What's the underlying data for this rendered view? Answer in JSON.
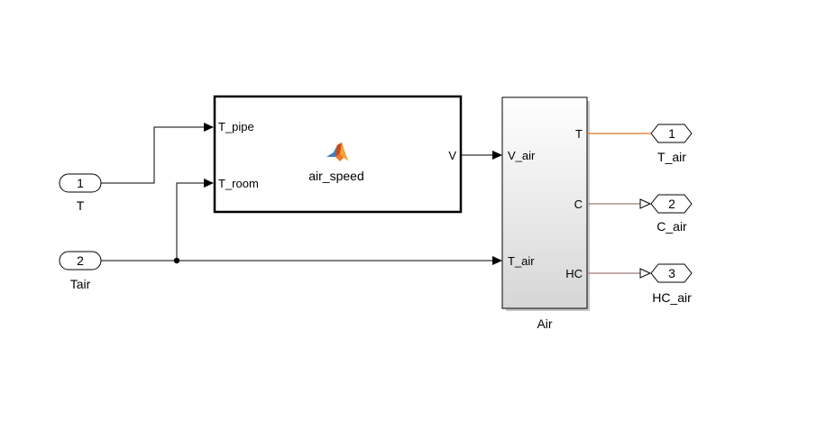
{
  "diagram": {
    "inports": [
      {
        "number": "1",
        "label": "T"
      },
      {
        "number": "2",
        "label": "Tair"
      }
    ],
    "matlab_block": {
      "name": "air_speed",
      "icon": "matlab-logo-icon",
      "inputs": [
        "T_pipe",
        "T_room"
      ],
      "outputs": [
        "V"
      ]
    },
    "subsystem": {
      "name": "Air",
      "inputs": [
        "V_air",
        "T_air"
      ],
      "outputs": [
        "T",
        "C",
        "HC"
      ]
    },
    "outports": [
      {
        "number": "1",
        "label": "T_air"
      },
      {
        "number": "2",
        "label": "C_air"
      },
      {
        "number": "3",
        "label": "HC_air"
      }
    ]
  },
  "colors": {
    "signal_default": "#000000",
    "signal_T": "#E8742C",
    "signal_C": "#9B7A7A",
    "signal_HC": "#9B7A7A"
  }
}
